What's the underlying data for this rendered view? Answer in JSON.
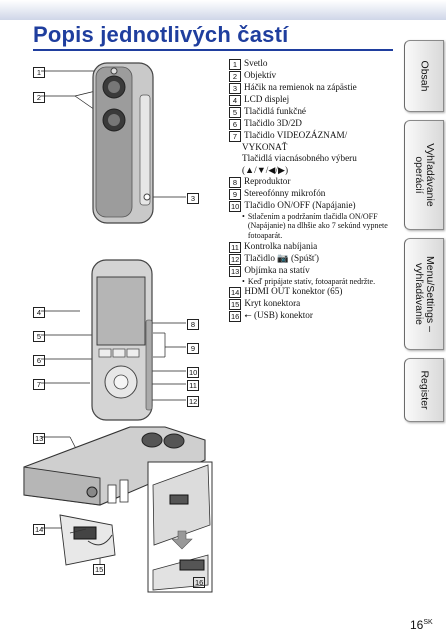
{
  "title": "Popis jednotlivých častí",
  "tabs": [
    {
      "label": "Obsah"
    },
    {
      "label_line1": "Vyhľadávanie",
      "label_line2": "operácií"
    },
    {
      "label_line1": "Menu/Settings –",
      "label_line2": "vyhľadávanie"
    },
    {
      "label": "Register"
    }
  ],
  "parts": [
    {
      "num": "1",
      "text": "Svetlo"
    },
    {
      "num": "2",
      "text": "Objektív"
    },
    {
      "num": "3",
      "text": "Háčik na remienok na zápästie"
    },
    {
      "num": "4",
      "text": "LCD displej"
    },
    {
      "num": "5",
      "text": "Tlačidlá funkčné"
    },
    {
      "num": "6",
      "text": "Tlačidlo 3D/2D"
    },
    {
      "num": "7",
      "text": "Tlačidlo VIDEOZÁZNAM/",
      "line2": "VYKONAŤ",
      "line3": "Tlačidlá viacnásobného výberu",
      "line4": "(▲/▼/◀/▶)"
    },
    {
      "num": "8",
      "text": "Reproduktor"
    },
    {
      "num": "9",
      "text": "Stereofónny mikrofón"
    },
    {
      "num": "10",
      "text": "Tlačidlo ON/OFF (Napájanie)",
      "bullet": "Stlačením a podržaním tlačidla ON/OFF (Napájanie) na dlhšie ako 7 sekúnd vypnete fotoaparát."
    },
    {
      "num": "11",
      "text": "Kontrolka nabíjania"
    },
    {
      "num": "12",
      "text": "Tlačidlo 📷 (Spúšť)"
    },
    {
      "num": "13",
      "text": "Objímka na statív",
      "bullet": "Keď pripájate statív, fotoaparát nedržte."
    },
    {
      "num": "14",
      "text": "HDMI OUT konektor (65)"
    },
    {
      "num": "15",
      "text": "Kryt konektora"
    },
    {
      "num": "16",
      "text": "⭠ (USB) konektor"
    }
  ],
  "callouts": {
    "c1": "1",
    "c2": "2",
    "c3": "3",
    "c4": "4",
    "c5": "5",
    "c6": "6",
    "c7": "7",
    "c8": "8",
    "c9": "9",
    "c10": "10",
    "c11": "11",
    "c12": "12",
    "c13": "13",
    "c14": "14",
    "c15": "15",
    "c16": "16"
  },
  "page_number": "16",
  "page_suffix": "SK"
}
